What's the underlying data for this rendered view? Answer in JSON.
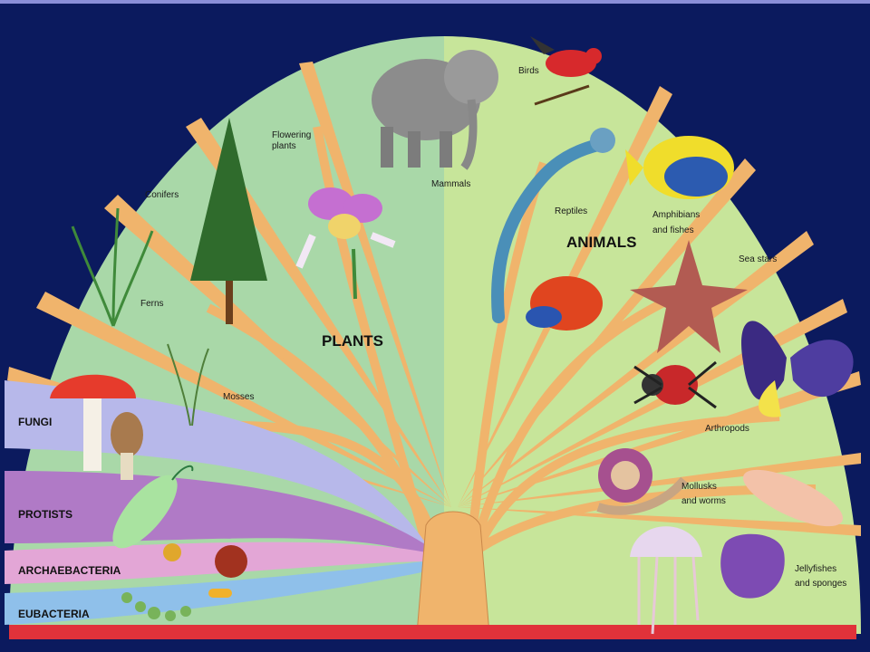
{
  "kingdoms": {
    "plants": "PLANTS",
    "animals": "ANIMALS",
    "fungi": "FUNGI",
    "protists": "PROTISTS",
    "archaebacteria": "ARCHAEBACTERIA",
    "eubacteria": "EUBACTERIA"
  },
  "branches": {
    "flowering_plants_1": "Flowering",
    "flowering_plants_2": "plants",
    "conifers": "Conifers",
    "ferns": "Ferns",
    "mosses": "Mosses",
    "mammals": "Mammals",
    "birds": "Birds",
    "reptiles": "Reptiles",
    "amphibians_1": "Amphibians",
    "amphibians_2": "and fishes",
    "sea_stars": "Sea stars",
    "arthropods": "Arthropods",
    "mollusks_1": "Mollusks",
    "mollusks_2": "and worms",
    "jellyfishes_1": "Jellyfishes",
    "jellyfishes_2": "and sponges"
  },
  "colors": {
    "background": "#0b1a5e",
    "plants_green": "#a9d8a8",
    "animals_green": "#c7e59a",
    "trunk_orange": "#f0b46c",
    "fungi_lavender": "#b7b8ea",
    "protists_purple": "#b07ac6",
    "archaebacteria_pink": "#e3a6d6",
    "eubacteria_blue": "#8fc0ea",
    "base_red": "#e0323a"
  },
  "icons": [
    "elephant-icon",
    "bird-icon",
    "tree-icon",
    "orchid-icon",
    "fern-icon",
    "moss-icon",
    "lizard-icon",
    "fish-icon",
    "frog-icon",
    "starfish-icon",
    "butterfly-icon",
    "spider-icon",
    "snail-icon",
    "worm-icon",
    "jellyfish-icon",
    "sponge-icon",
    "mushroom-icon",
    "euglena-icon",
    "bacteria-icon"
  ]
}
